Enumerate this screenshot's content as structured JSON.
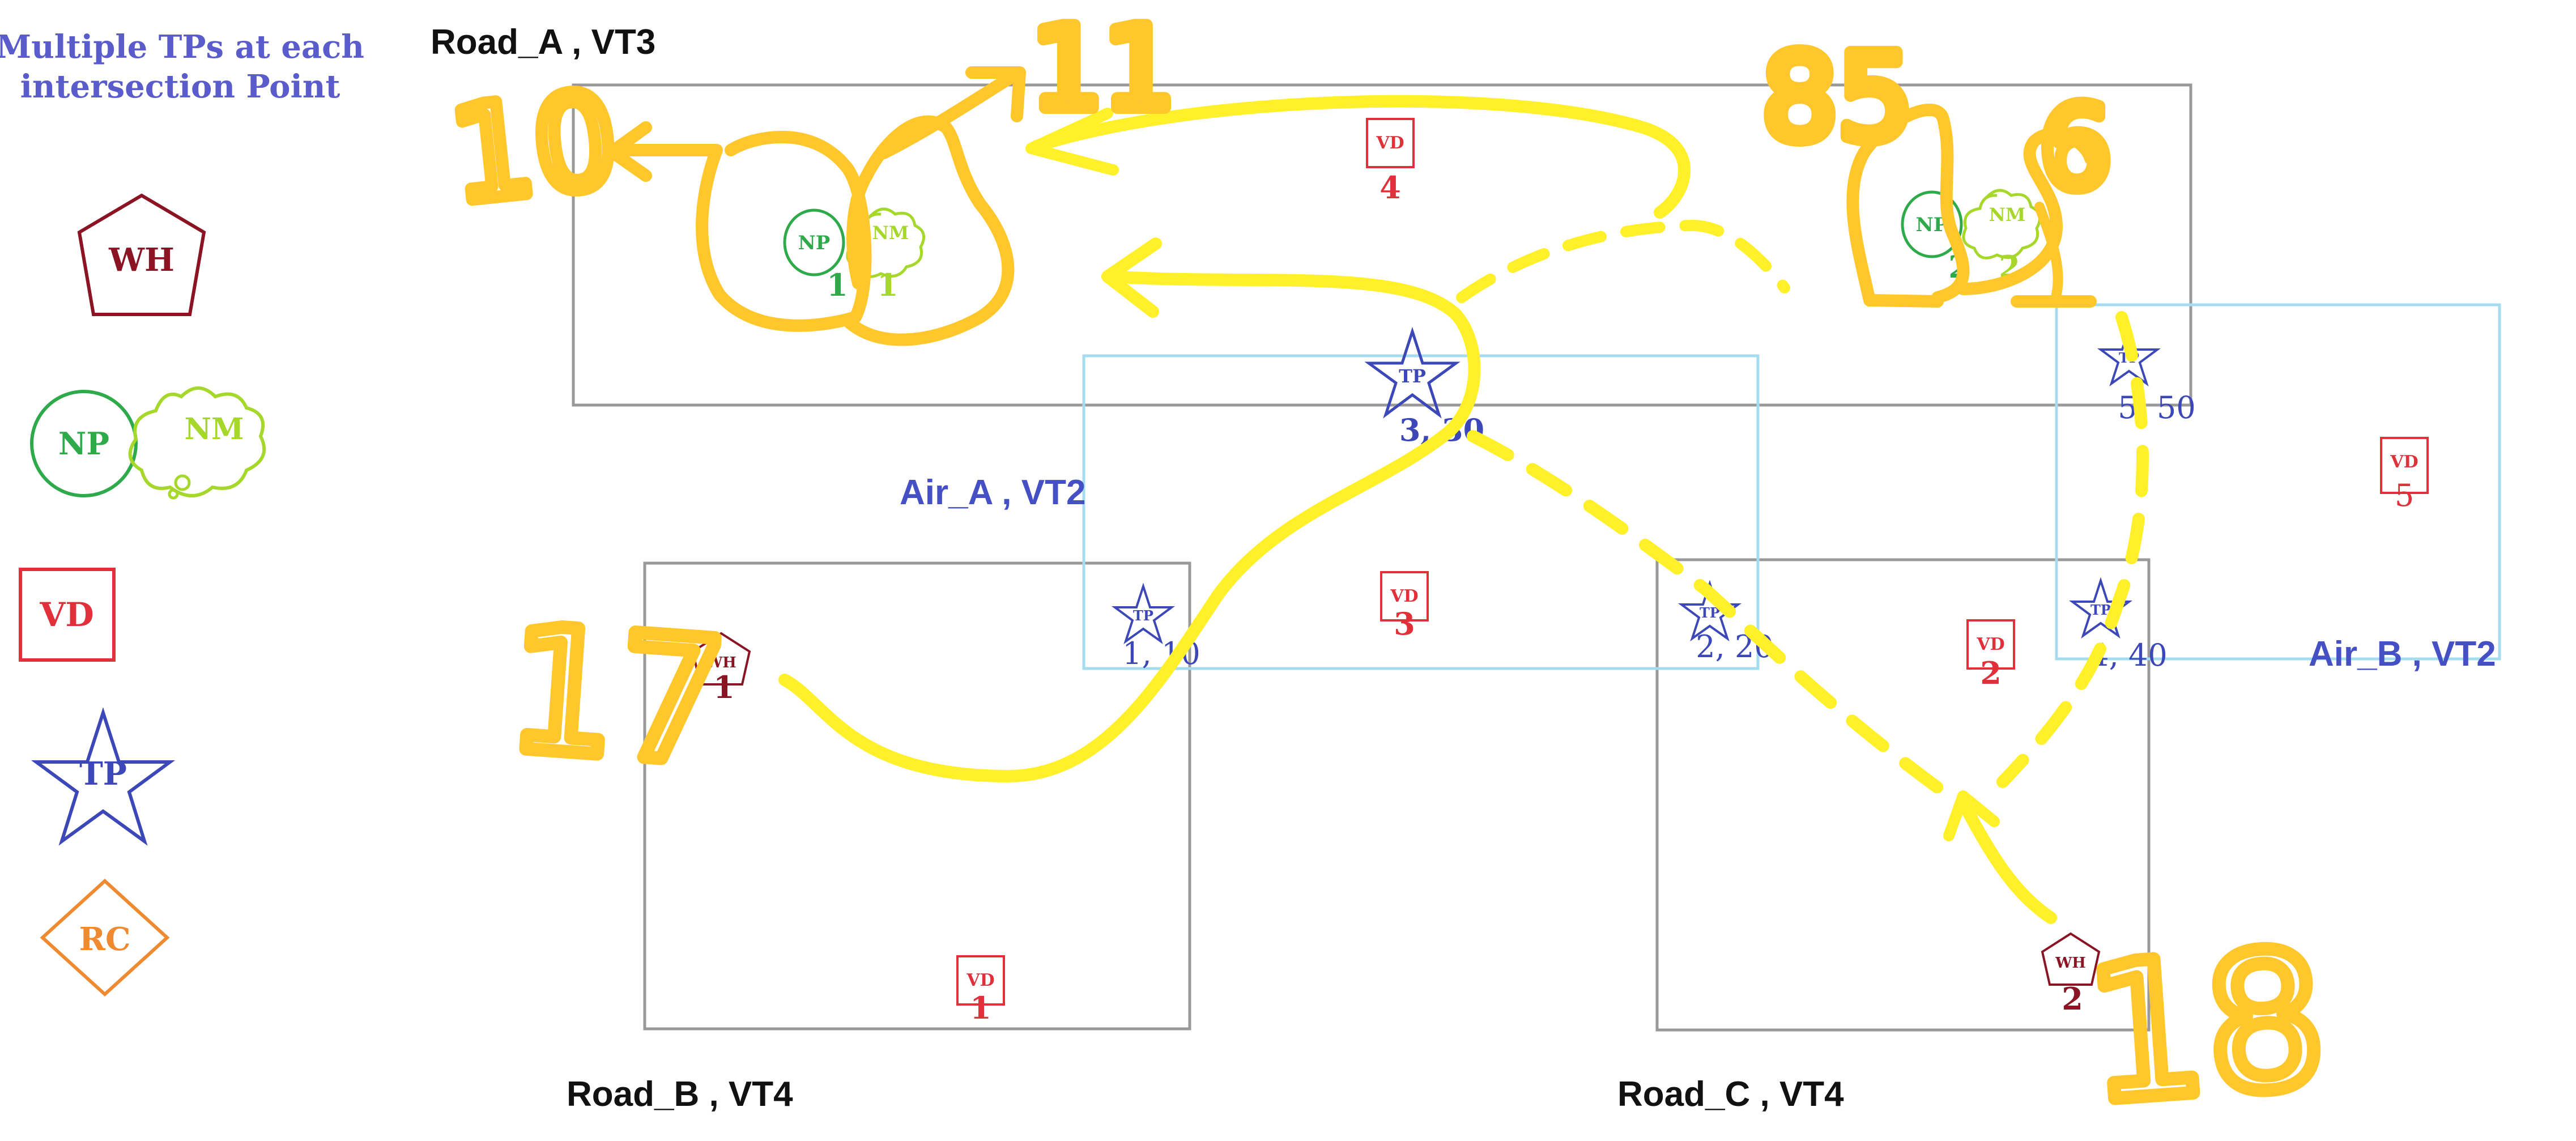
{
  "legend": {
    "title_line1": "Multiple TPs at each",
    "title_line2": "intersection Point",
    "wh": "WH",
    "np": "NP",
    "nm": "NM",
    "vd": "VD",
    "tp": "TP",
    "rc": "RC"
  },
  "regions": {
    "road_a": "Road_A , VT3",
    "road_b": "Road_B , VT4",
    "road_c": "Road_C , VT4",
    "air_a": "Air_A , VT2",
    "air_b": "Air_B , VT2"
  },
  "nodes": {
    "np1": {
      "tag": "NP",
      "num": "1"
    },
    "nm1": {
      "tag": "NM",
      "num": "1"
    },
    "np2": {
      "tag": "NP",
      "num": "2"
    },
    "nm2": {
      "tag": "NM",
      "num": "2"
    },
    "vd1": {
      "tag": "VD",
      "num": "1"
    },
    "vd2": {
      "tag": "VD",
      "num": "2"
    },
    "vd3": {
      "tag": "VD",
      "num": "3"
    },
    "vd4": {
      "tag": "VD",
      "num": "4"
    },
    "vd5": {
      "tag": "VD",
      "num": "5"
    },
    "wh1": {
      "tag": "WH",
      "num": "1"
    },
    "wh2": {
      "tag": "WH",
      "num": "2"
    },
    "tp1": {
      "tag": "TP",
      "num": "1, 10"
    },
    "tp2": {
      "tag": "TP",
      "num": "2, 20"
    },
    "tp3": {
      "tag": "TP",
      "num": "3, 30"
    },
    "tp4": {
      "tag": "TP",
      "num": "4, 40"
    },
    "tp5": {
      "tag": "TP",
      "num": "5, 50"
    }
  },
  "annotations": {
    "n10": "10",
    "n11": "11",
    "n85": "85",
    "n6": "6",
    "n17": "17",
    "n18": "18"
  },
  "colors": {
    "region_border": "#999999",
    "air_border": "#a6dcef",
    "np": "#2eaa4a",
    "nm": "#a6d82b",
    "vd": "#e0303a",
    "wh": "#8b1424",
    "tp": "#3d48b8",
    "rc": "#f08a30",
    "legend_title": "#5a5ccc",
    "ink_yellow": "#fff02a",
    "ink_orange": "#ffc72c"
  }
}
